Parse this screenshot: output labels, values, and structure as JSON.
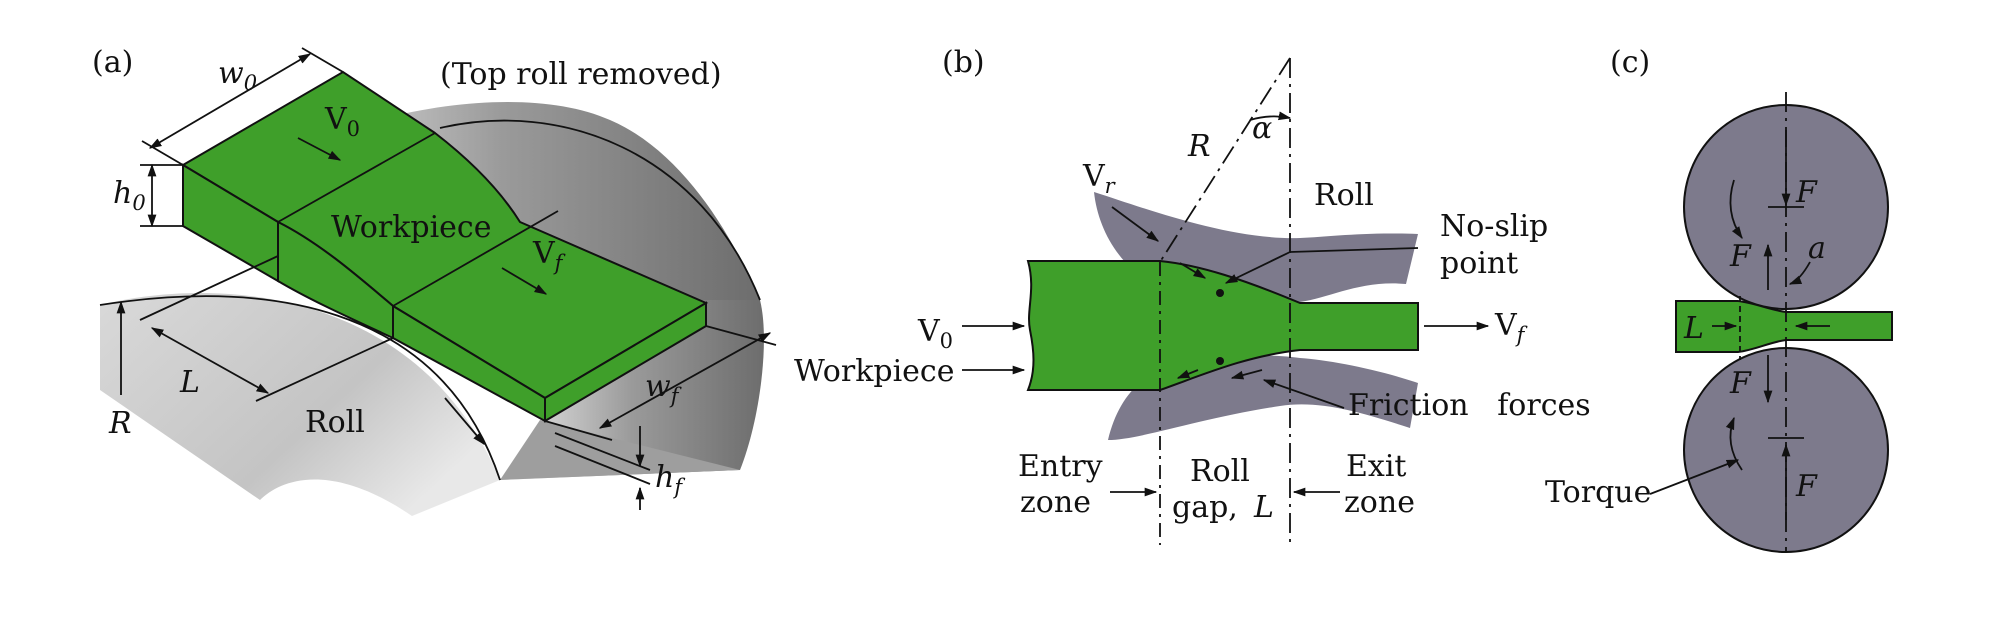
{
  "colors": {
    "workpiece": "#3f9f2a",
    "roll_gray": "#7d7a8c",
    "roll_light": "#c8c8c8",
    "roll_dark": "#8a8a8a",
    "line": "#111111"
  },
  "panel_a": {
    "tag": "(a)",
    "note": "(Top roll removed)",
    "w0": "w",
    "w0_sub": "0",
    "V0": "V",
    "V0_sub": "0",
    "h0": "h",
    "h0_sub": "0",
    "workpiece": "Workpiece",
    "Vf": "V",
    "Vf_sub": "f",
    "L": "L",
    "R": "R",
    "roll": "Roll",
    "wf": "w",
    "wf_sub": "f",
    "hf": "h",
    "hf_sub": "f"
  },
  "panel_b": {
    "tag": "(b)",
    "R": "R",
    "alpha": "α",
    "roll": "Roll",
    "Vr": "V",
    "Vr_sub": "r",
    "no_slip_1": "No-slip",
    "no_slip_2": "point",
    "V0": "V",
    "V0_sub": "0",
    "Vf": "V",
    "Vf_sub": "f",
    "workpiece": "Workpiece",
    "friction": "Friction   forces",
    "entry_1": "Entry",
    "entry_2": "zone",
    "gap_1": "Roll",
    "gap_2": "gap,",
    "gap_L": "L",
    "exit_1": "Exit",
    "exit_2": "zone"
  },
  "panel_c": {
    "tag": "(c)",
    "F_top": "F",
    "F_left": "F",
    "a": "a",
    "L": "L",
    "F_mid": "F",
    "F_bot": "F",
    "torque": "Torque"
  }
}
